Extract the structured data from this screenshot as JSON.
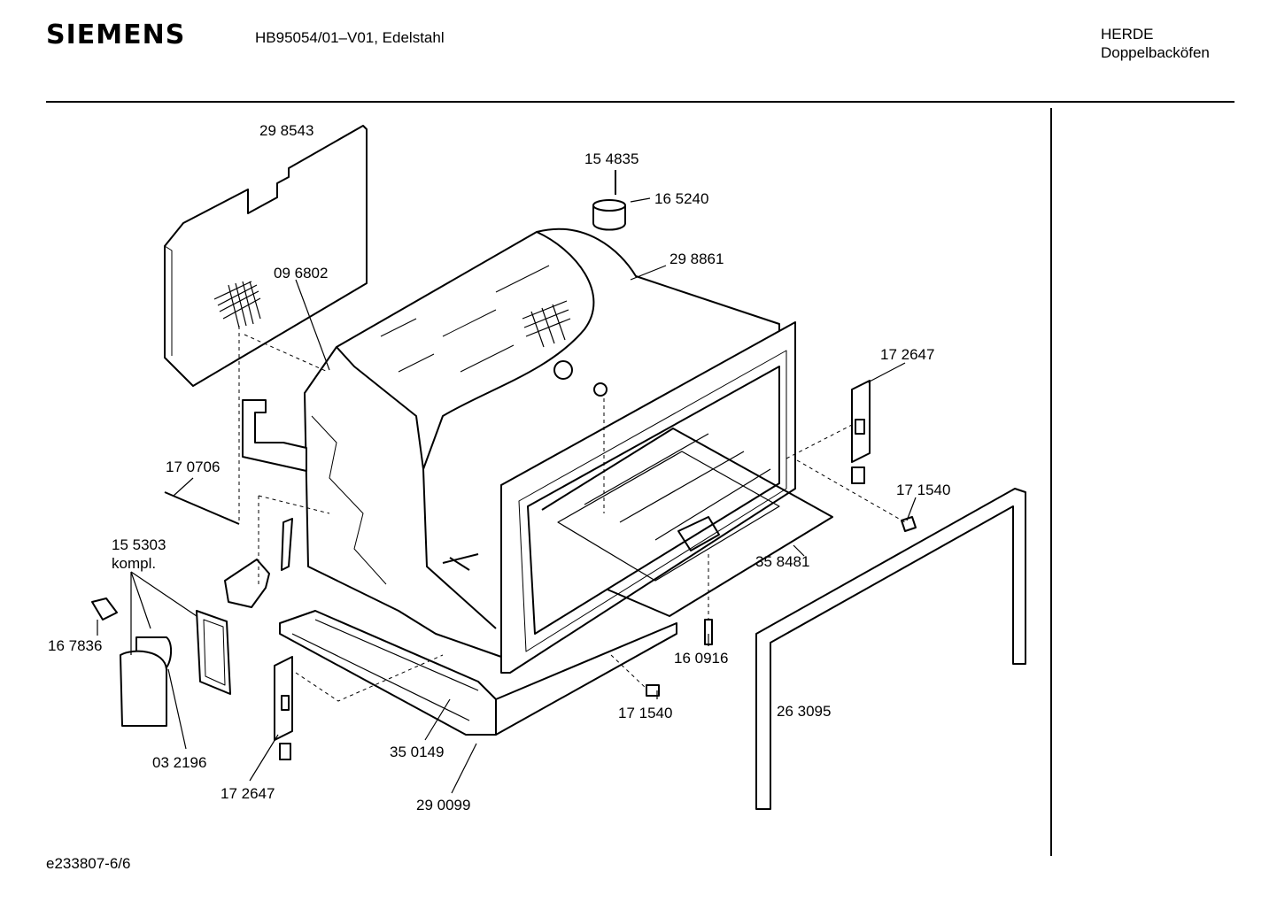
{
  "header": {
    "brand": "SIEMENS",
    "model": "HB95054/01–V01, Edelstahl",
    "category": "HERDE",
    "subcategory": "Doppelbacköfen"
  },
  "footer": {
    "doc_id": "e233807-6/6"
  },
  "parts": [
    {
      "id": "p1",
      "label": "29 8543"
    },
    {
      "id": "p2",
      "label": "15 4835"
    },
    {
      "id": "p3",
      "label": "16 5240"
    },
    {
      "id": "p4",
      "label": "29 8861"
    },
    {
      "id": "p5",
      "label": "09 6802"
    },
    {
      "id": "p6",
      "label": "17 2647"
    },
    {
      "id": "p7",
      "label": "17 0706"
    },
    {
      "id": "p8",
      "label": "17 1540"
    },
    {
      "id": "p9",
      "label": "15 5303"
    },
    {
      "id": "p10",
      "label": "kompl."
    },
    {
      "id": "p11",
      "label": "35 8481"
    },
    {
      "id": "p12",
      "label": "16 7836"
    },
    {
      "id": "p13",
      "label": "16 0916"
    },
    {
      "id": "p14",
      "label": "17 1540"
    },
    {
      "id": "p15",
      "label": "26 3095"
    },
    {
      "id": "p16",
      "label": "03 2196"
    },
    {
      "id": "p17",
      "label": "35 0149"
    },
    {
      "id": "p18",
      "label": "17 2647"
    },
    {
      "id": "p19",
      "label": "29 0099"
    }
  ]
}
